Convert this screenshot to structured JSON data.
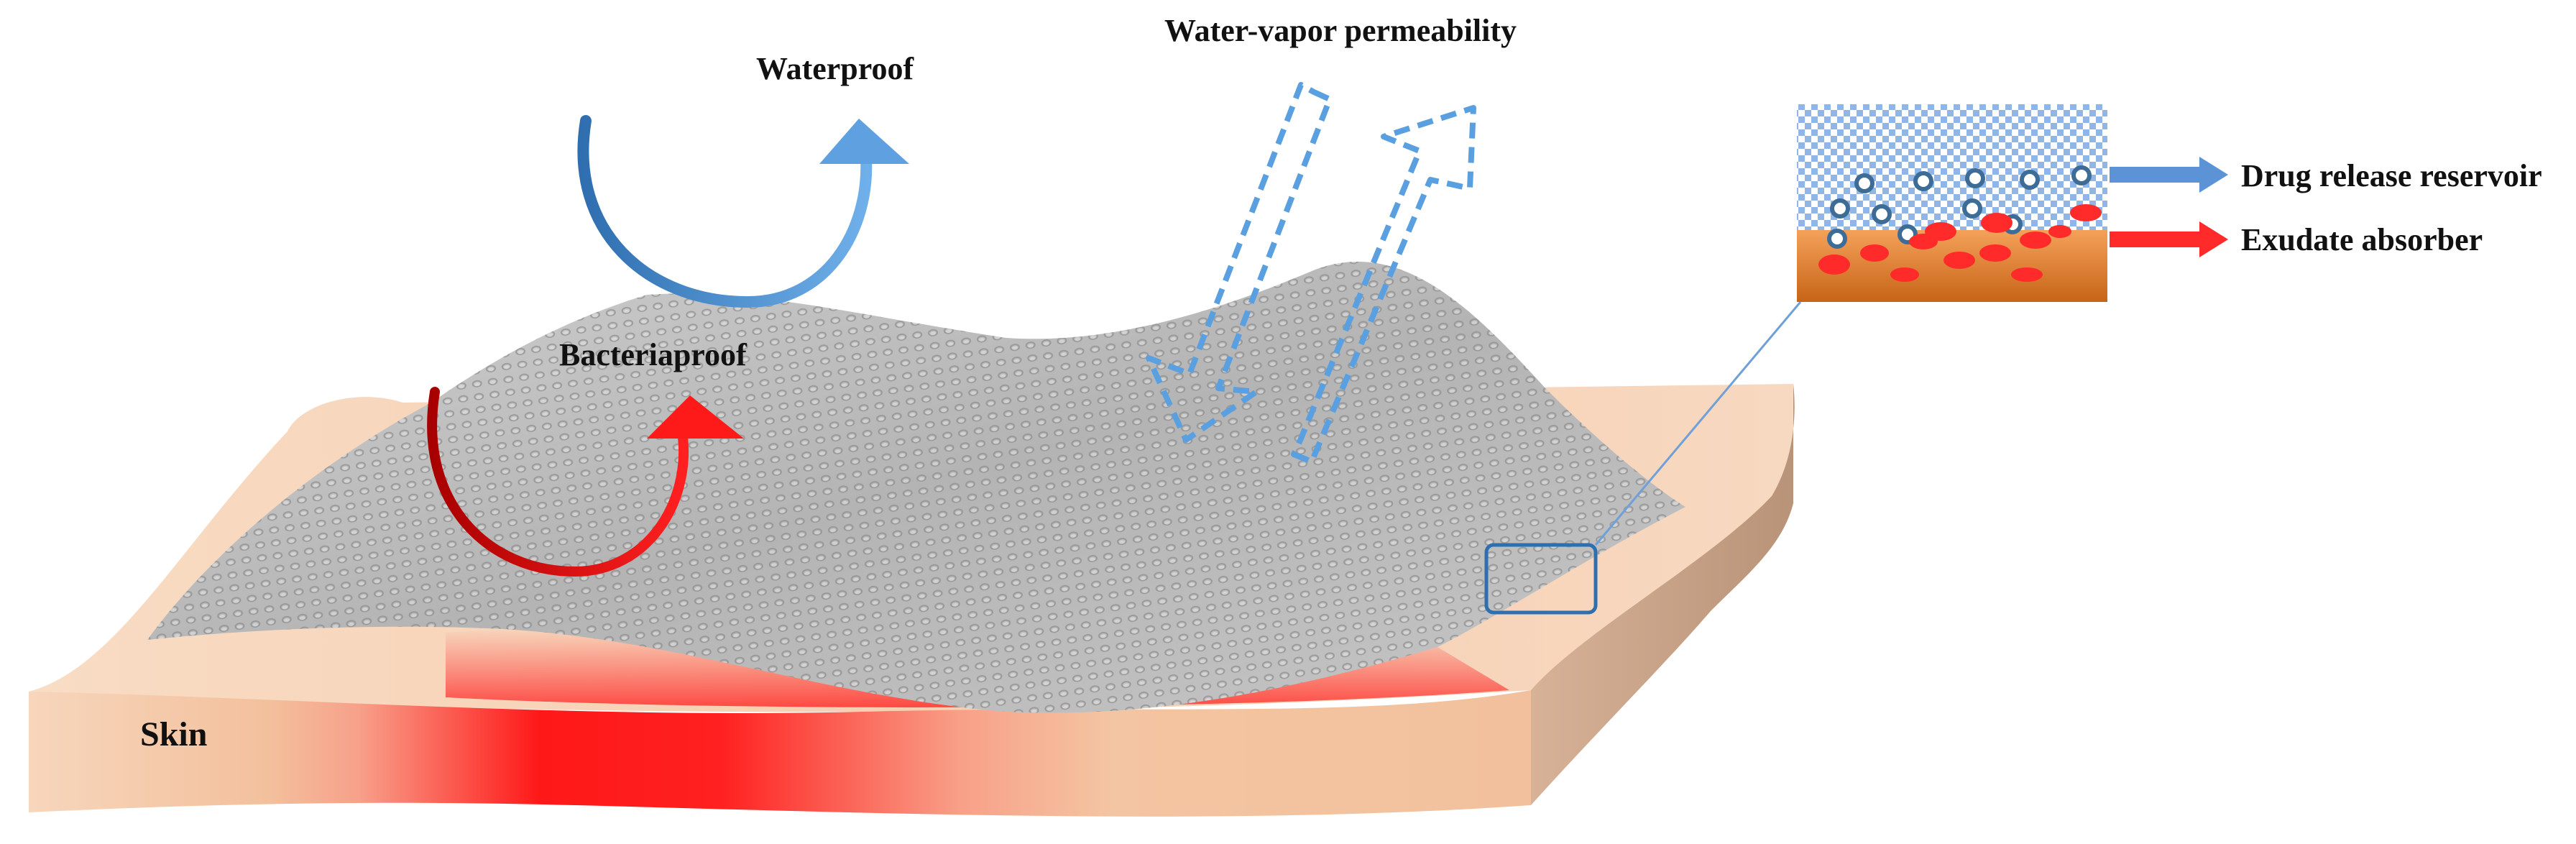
{
  "labels": {
    "waterproof": "Waterproof",
    "water_vapor": "Water-vapor permeability",
    "bacteriaproof": "Bacteriaproof",
    "skin": "Skin",
    "drug_release": "Drug release reservoir",
    "exudate": "Exudate absorber"
  },
  "colors": {
    "skin_light": "#f7d2b6",
    "skin_side": "#f4c3a0",
    "skin_edge": "#c9a488",
    "wound_red": "#ff1a1a",
    "dressing_gray": "#bdbdbd",
    "waterproof_arrow": "#4a8fd0",
    "bacteriaproof_arrow": "#e01010",
    "vapor_arrow": "#5aa0e0",
    "reservoir_blue": "#5b93d6",
    "absorber_orange": "#e07b2a",
    "exudate_red": "#ff2a2a",
    "callout_box": "#2f6fb0"
  },
  "icons": {
    "waterproof_arrow": "curved-arrow-up-icon",
    "bacteriaproof_arrow": "curved-arrow-up-icon",
    "vapor_in_arrow": "dashed-arrow-down-icon",
    "vapor_out_arrow": "dashed-arrow-up-icon",
    "drug_release_arrow": "arrow-right-icon",
    "exudate_arrow": "arrow-right-icon"
  }
}
